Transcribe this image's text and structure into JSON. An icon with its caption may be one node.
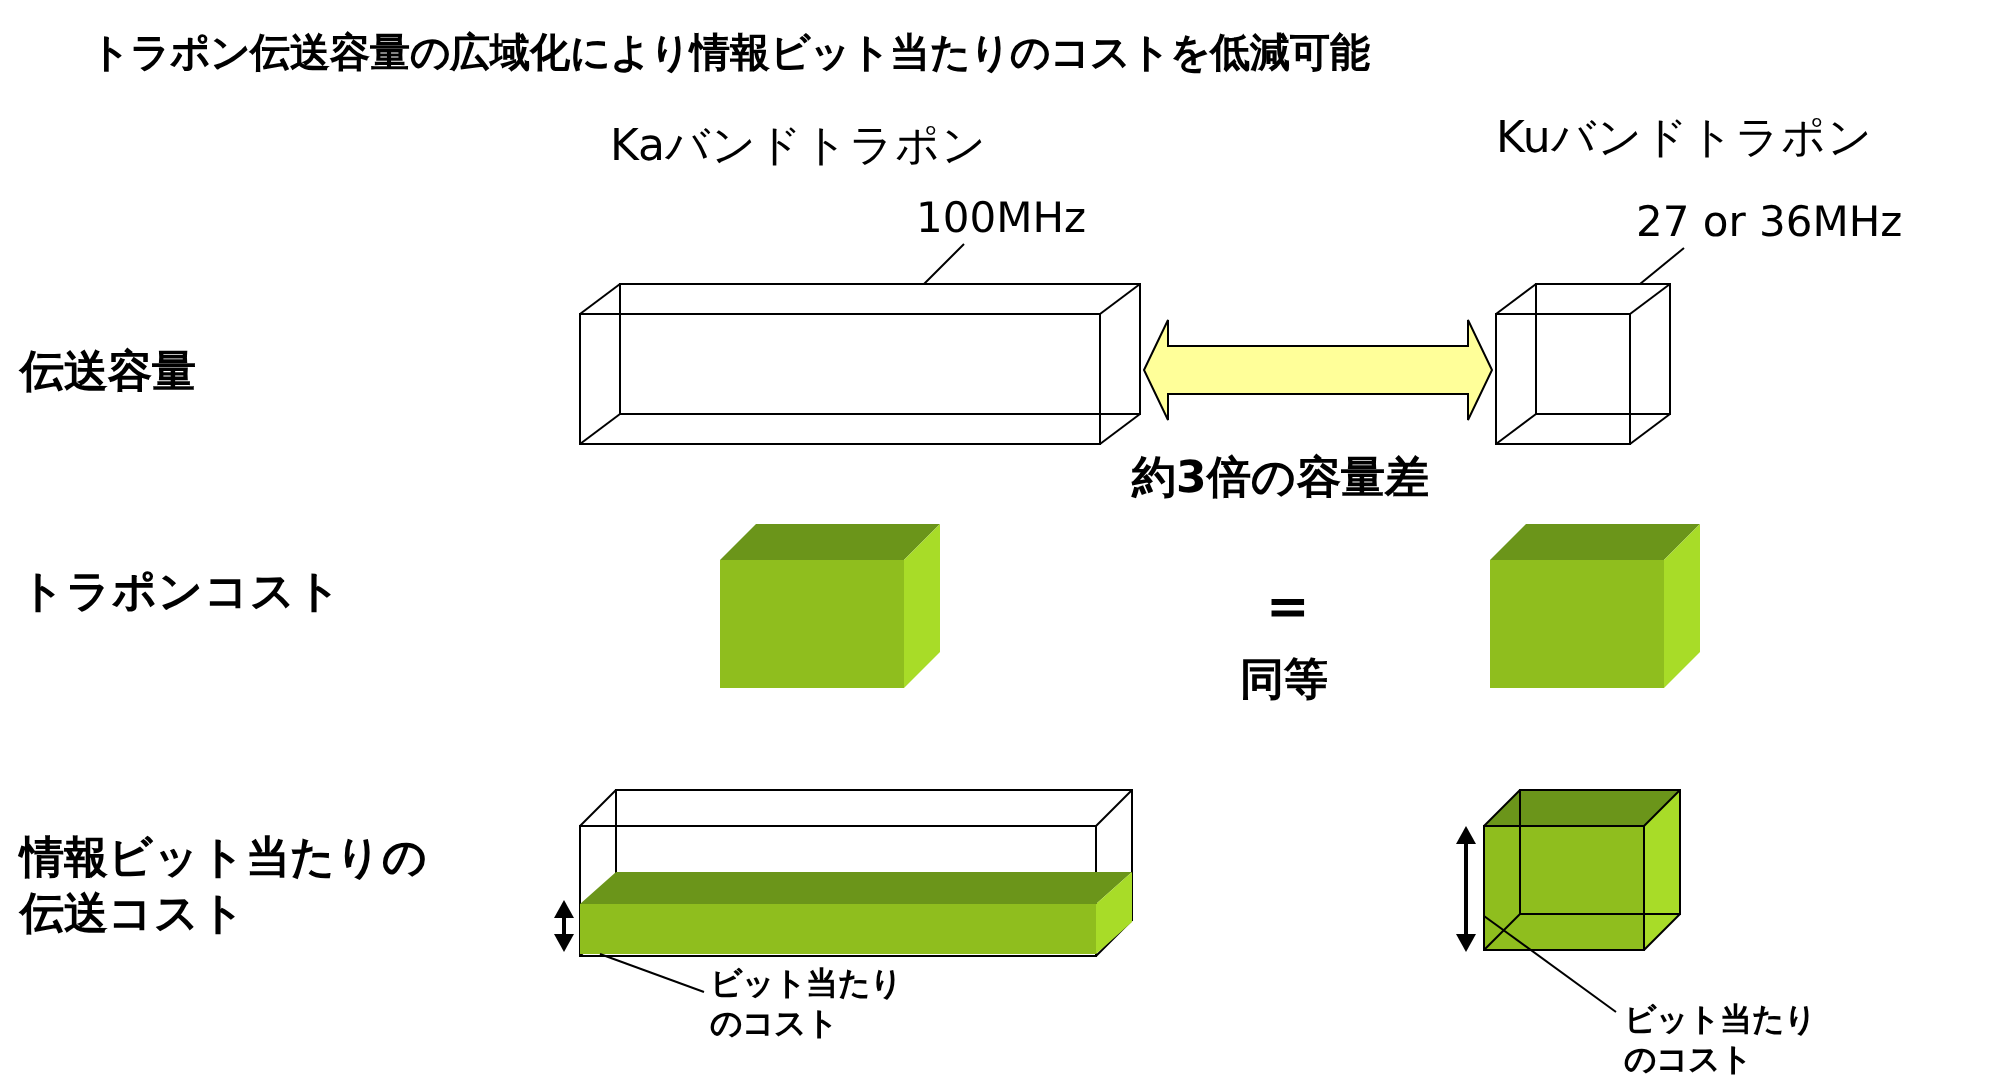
{
  "diagram": {
    "title": "トラポン伝送容量の広域化により情報ビット当たりのコストを低減可能",
    "nodes": [
      {
        "text": [
          "100MHz"
        ]
      },
      {
        "text": [
          "27 or 36MHz"
        ]
      },
      {
        "text": [],
        "shape": "box"
      },
      {
        "text": [],
        "shape": "box"
      },
      {
        "text": [],
        "shape": "box"
      },
      {
        "text": [],
        "shape": "box"
      },
      {
        "text": [
          "ビット当たりのコスト"
        ]
      },
      {
        "text": [],
        "shape": "box"
      },
      {
        "text": [
          "ビット当たりのコスト"
        ]
      },
      {
        "text": [],
        "shape": "box"
      }
    ],
    "edges": [
      {
        "from": 0,
        "to": 2,
        "arrow": "none"
      },
      {
        "from": 1,
        "to": 3,
        "arrow": "none"
      },
      {
        "from": 2,
        "to": 3,
        "arrow": "both",
        "color": "#ffff99"
      },
      {
        "from": 6,
        "to": 7,
        "arrow": "none"
      },
      {
        "from": 8,
        "to": 9,
        "arrow": "none"
      }
    ],
    "labels": [
      "Kaバンドトラポン",
      "Kuバンドトラポン",
      "伝送容量",
      "約3倍の容量差",
      "トラポンコスト",
      "=",
      "同等",
      "情報ビット当たりの伝送コスト"
    ]
  }
}
